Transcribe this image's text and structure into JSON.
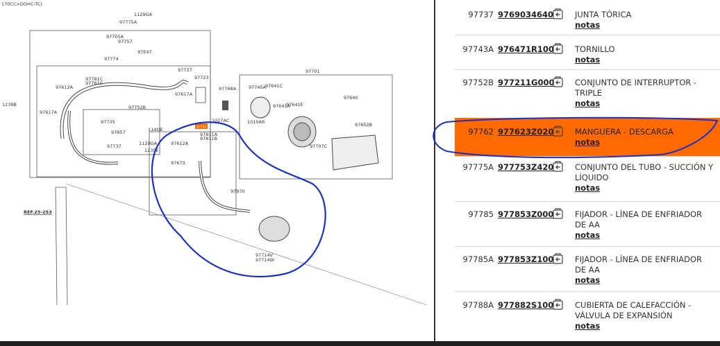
{
  "diagram": {
    "caption": "170CC>DOHC-TC)",
    "labels": {
      "l1": "1129GA",
      "l2": "97775A",
      "l3": "97705A",
      "l4": "97757",
      "l5": "97E47",
      "l6": "97774",
      "l7": "97737",
      "l8": "97781C",
      "l9": "97761C",
      "l10": "97612A",
      "l11": "97723",
      "l12": "97617A",
      "l13": "97768A",
      "l14": "97701",
      "l15": "97745A",
      "l16": "97641C",
      "l17": "97641E",
      "l18": "97641A",
      "l19": "97640",
      "l20": "97652B",
      "l21": "97707C",
      "l22": "1010AR",
      "l23": "1239B",
      "l24": "97617A",
      "l25": "97752B",
      "l26": "97735",
      "l27": "97857",
      "l28": "114OE",
      "l29": "1129GA",
      "l30": "1239E",
      "l31": "97737",
      "l32": "97811A",
      "l33": "97811B",
      "l34": "97612A",
      "l35": "97673",
      "l36": "1027AC",
      "l37": "97970",
      "l38": "97714V",
      "l39": "97714W",
      "l40": "REF.25-253"
    },
    "highlight_tag": "97762"
  },
  "parts": [
    {
      "ref": "97737",
      "pn": "9769034640",
      "desc": "JUNTA TÓRICA",
      "notes": "notas",
      "highlighted": false
    },
    {
      "ref": "97743A",
      "pn": "976471R100",
      "desc": "TORNILLO",
      "notes": "notas",
      "highlighted": false
    },
    {
      "ref": "97752B",
      "pn": "977211G000",
      "desc": "CONJUNTO DE INTERRUPTOR - TRIPLE",
      "notes": "notas",
      "highlighted": false
    },
    {
      "ref": "97762",
      "pn": "977623Z020",
      "desc": "MANGUERA - DESCARGA",
      "notes": "notas",
      "highlighted": true
    },
    {
      "ref": "97775A",
      "pn": "977753Z420",
      "desc": "CONJUNTO DEL TUBO - SUCCIÓN Y LÍQUIDO",
      "notes": "notas",
      "highlighted": false
    },
    {
      "ref": "97785",
      "pn": "977853Z000",
      "desc": "FIJADOR - LÍNEA DE ENFRIADOR DE AA",
      "notes": "notas",
      "highlighted": false
    },
    {
      "ref": "97785A",
      "pn": "977853Z100",
      "desc": "FIJADOR - LÍNEA DE ENFRIADOR DE AA",
      "notes": "notas",
      "highlighted": false
    },
    {
      "ref": "97788A",
      "pn": "977882S100",
      "desc": "CUBIERTA DE CALEFACCIÓN - VÁLVULA DE EXPANSIÓN",
      "notes": "notas",
      "highlighted": false
    }
  ],
  "colors": {
    "highlight": "#ff6a00",
    "annotation": "#1a2fc8"
  },
  "icons": {
    "cart": "add-to-cart-icon"
  }
}
